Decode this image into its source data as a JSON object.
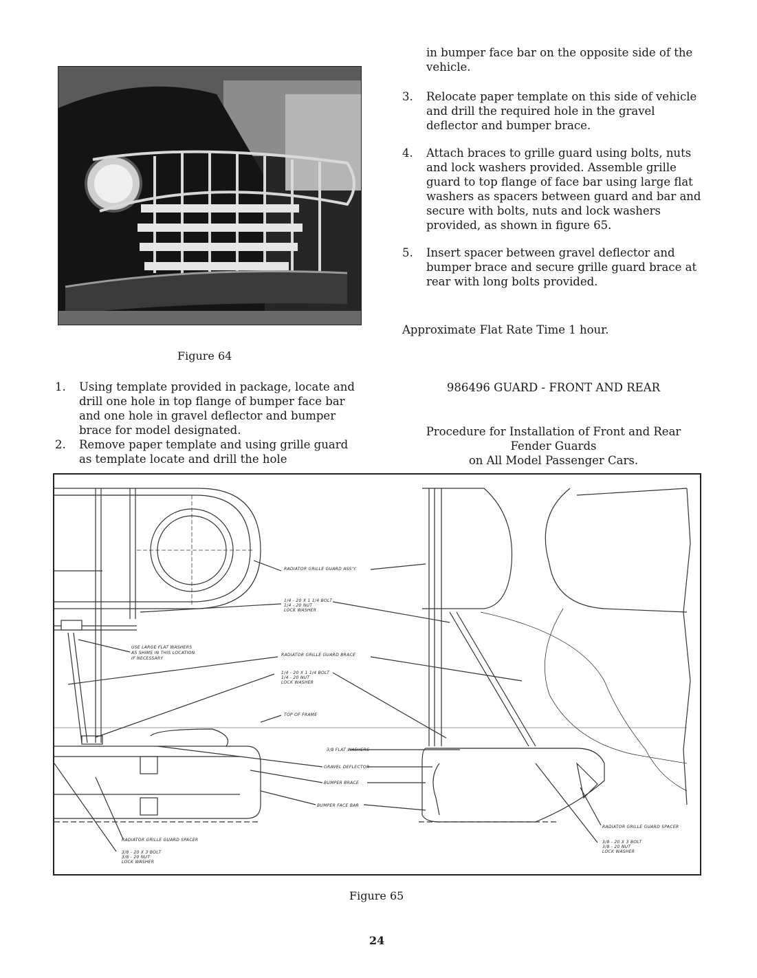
{
  "right_column": {
    "continuation": "in bumper face bar on the opposite side of the vehicle.",
    "steps": [
      {
        "num": "3.",
        "text": "Relocate paper template on this side of vehicle and drill the required hole in the gravel deflector and bumper brace."
      },
      {
        "num": "4.",
        "text": "Attach braces to grille guard using bolts, nuts and lock washers provided. Assemble grille guard to top flange of face bar using large flat washers as spacers between guard and bar and secure with bolts, nuts and lock washers provided, as shown in figure 65."
      },
      {
        "num": "5.",
        "text": "Insert spacer between gravel deflector and bumper brace and secure grille guard brace at rear with long bolts provided."
      }
    ],
    "flat_rate": "Approximate Flat Rate Time 1 hour.",
    "part_heading": "986496 GUARD - FRONT AND REAR",
    "procedure_line1": "Procedure for Installation of Front and Rear",
    "procedure_line2": "Fender Guards",
    "procedure_line3": "on All Model Passenger Cars."
  },
  "left_column": {
    "figure_caption": "Figure 64",
    "steps": [
      {
        "num": "1.",
        "text": "Using template provided in package, locate and drill one hole in top flange of bumper face bar and one hole in gravel deflector and bumper brace for model designated."
      },
      {
        "num": "2.",
        "text": "Remove paper template and using grille guard as template locate and drill the hole"
      }
    ]
  },
  "diagram": {
    "caption": "Figure 65",
    "labels": {
      "radiator_grille_guard_assy": "RADIATOR GRILLE GUARD ASS'Y.",
      "bolt_quarter_a1": "1/4 - 20 X 1 1/4 BOLT",
      "bolt_quarter_a2": "1/4 - 20 NUT",
      "bolt_quarter_a3": "LOCK WASHER",
      "washers_note_1": "USE LARGE FLAT WASHERS",
      "washers_note_2": "AS SHIMS IN THIS LOCATION",
      "washers_note_3": "IF NECESSARY",
      "grille_guard_brace": "RADIATOR GRILLE GUARD BRACE",
      "bolt_quarter_b1": "1/4 - 20 X 1 1/4 BOLT",
      "bolt_quarter_b2": "1/4 - 20 NUT",
      "bolt_quarter_b3": "LOCK WASHER",
      "top_of_frame": "TOP OF FRAME",
      "flat_washers": "3/8 FLAT WASHERS",
      "gravel_deflector": "GRAVEL DEFLECTOR",
      "bumper_brace": "BUMPER BRACE",
      "bumper_face_bar": "BUMPER FACE BAR",
      "spacer_left": "RADIATOR GRILLE GUARD SPACER",
      "bolt_three_l1": "3/8 - 20 X 3 BOLT",
      "bolt_three_l2": "3/8 - 20 NUT",
      "bolt_three_l3": "LOCK WASHER",
      "spacer_right": "RADIATOR GRILLE GUARD SPACER",
      "bolt_three_r1": "3/8 - 20 X 3 BOLT",
      "bolt_three_r2": "3/8 - 20 NUT",
      "bolt_three_r3": "LOCK WASHER"
    }
  },
  "page_number": "24"
}
